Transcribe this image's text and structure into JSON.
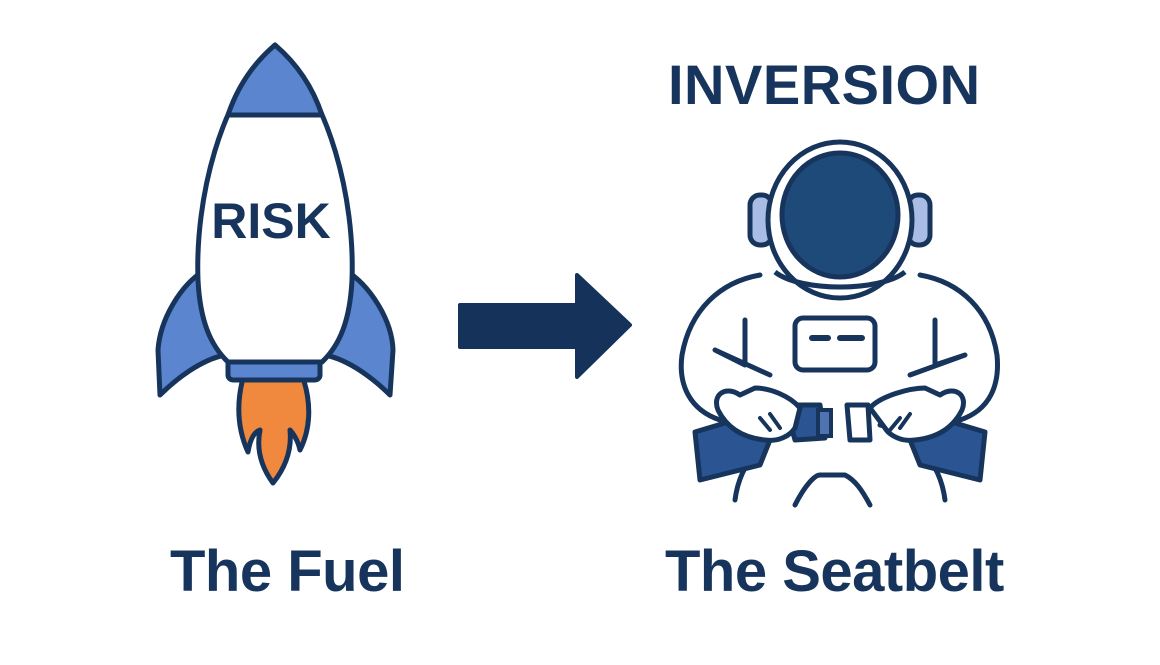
{
  "title": "INVERSION",
  "left_panel": {
    "icon": "rocket-icon",
    "rocket_label": "RISK",
    "caption": "The Fuel"
  },
  "connector": {
    "icon": "arrow-right-icon"
  },
  "right_panel": {
    "icon": "astronaut-fastening-seatbelt-icon",
    "caption": "The Seatbelt"
  },
  "colors": {
    "navy": "#17355c",
    "rocket_blue": "#5b86cf",
    "flame_orange": "#f0883e",
    "visor_blue": "#1e4a7a",
    "ear_light_blue": "#a9bde4",
    "belt_blue": "#2b5592",
    "buckle_light": "#4f72b0",
    "background": "#ffffff"
  }
}
